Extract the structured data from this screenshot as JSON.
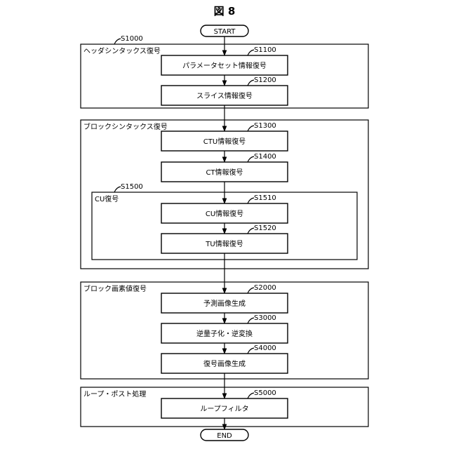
{
  "figure_title": "図 8",
  "terminals": {
    "start": "START",
    "end": "END"
  },
  "groups": [
    {
      "id": "S1000",
      "label": "ヘッダシンタックス復号"
    },
    {
      "id": "S1500",
      "label": "CU復号"
    },
    {
      "id": "S2000",
      "label": "ブロック画素値復号"
    },
    {
      "id": "S5000",
      "label": "ループ・ポスト処理"
    }
  ],
  "block_syntax_label": "ブロックシンタックス復号",
  "steps": [
    {
      "id": "S1100",
      "label": "パラメータセット情報復号"
    },
    {
      "id": "S1200",
      "label": "スライス情報復号"
    },
    {
      "id": "S1300",
      "label": "CTU情報復号"
    },
    {
      "id": "S1400",
      "label": "CT情報復号"
    },
    {
      "id": "S1510",
      "label": "CU情報復号"
    },
    {
      "id": "S1520",
      "label": "TU情報復号"
    },
    {
      "id": "S2000",
      "label": "予測画像生成"
    },
    {
      "id": "S3000",
      "label": "逆量子化・逆変換"
    },
    {
      "id": "S4000",
      "label": "復号画像生成"
    },
    {
      "id": "S5000",
      "label": "ループフィルタ"
    }
  ]
}
